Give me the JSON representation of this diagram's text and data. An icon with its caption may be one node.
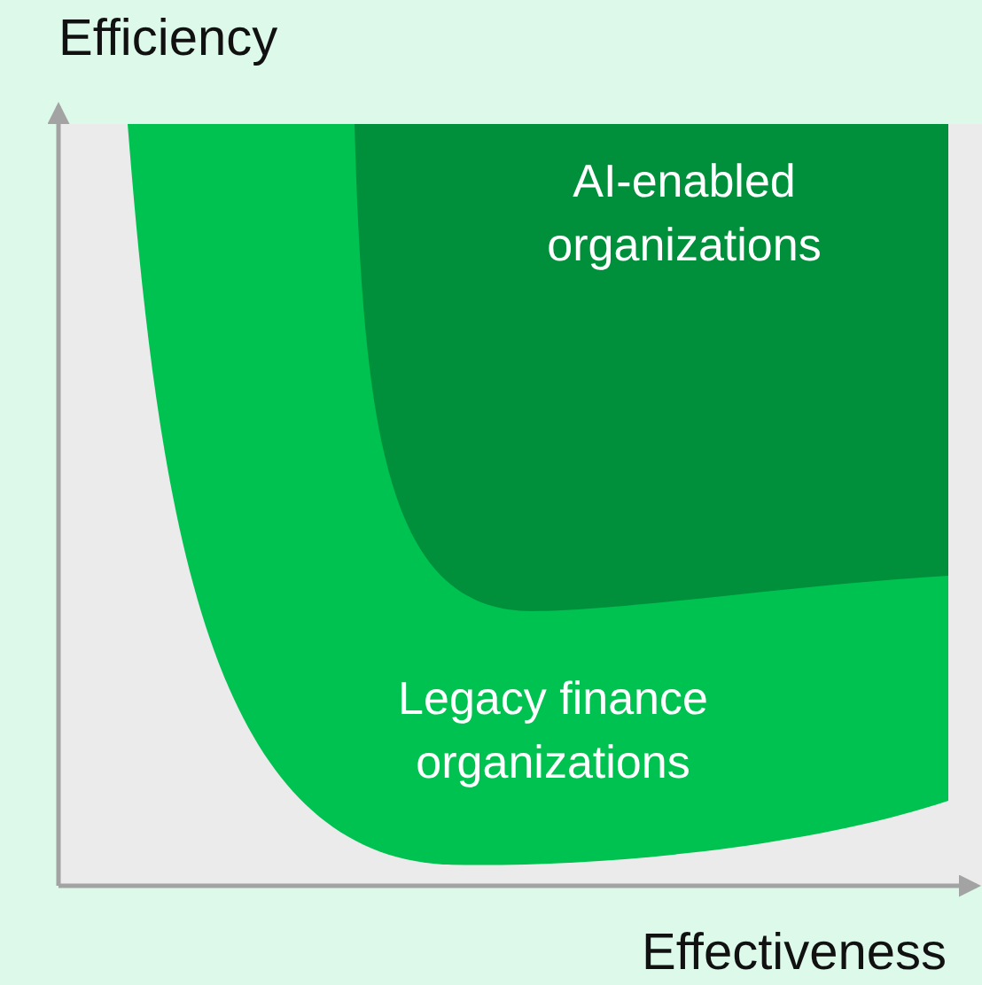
{
  "diagram": {
    "nodes": [
      {
        "text": [
          "Legacy finance organizations"
        ]
      },
      {
        "text": [
          "AI-enabled organizations"
        ],
        "in": 0
      }
    ],
    "labels": [
      "Efficiency",
      "Effectiveness"
    ]
  }
}
